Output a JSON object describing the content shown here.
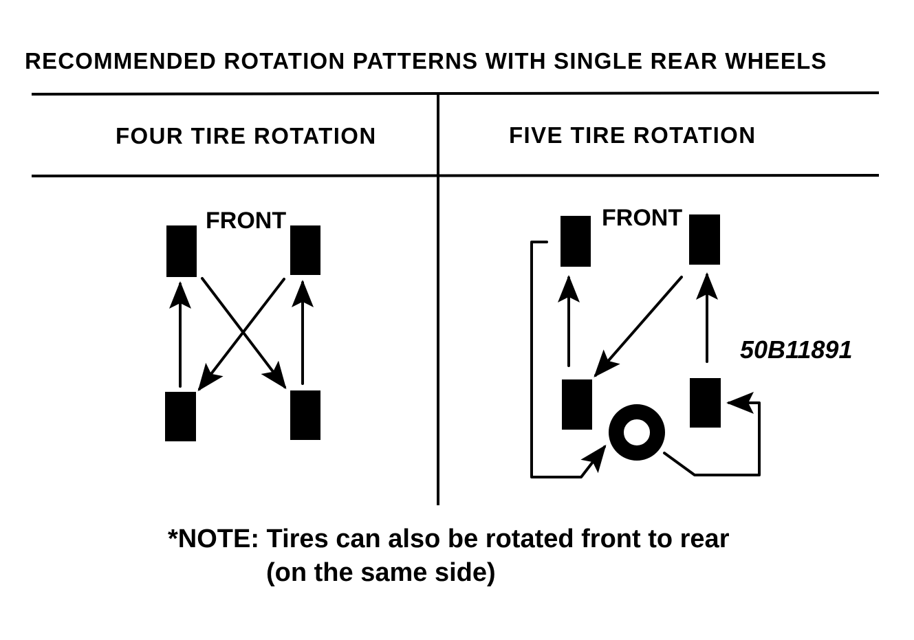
{
  "title": "RECOMMENDED ROTATION PATTERNS WITH  SINGLE REAR WHEELS",
  "columns": {
    "four": {
      "heading": "FOUR TIRE ROTATION",
      "front_label": "FRONT"
    },
    "five": {
      "heading": "FIVE TIRE ROTATION",
      "front_label": "FRONT"
    }
  },
  "part_number": "50B11891",
  "note": {
    "line1": "*NOTE: Tires can also be rotated front to rear",
    "line2": "(on the same side)"
  },
  "colors": {
    "ink": "#000000",
    "paper": "#ffffff"
  }
}
